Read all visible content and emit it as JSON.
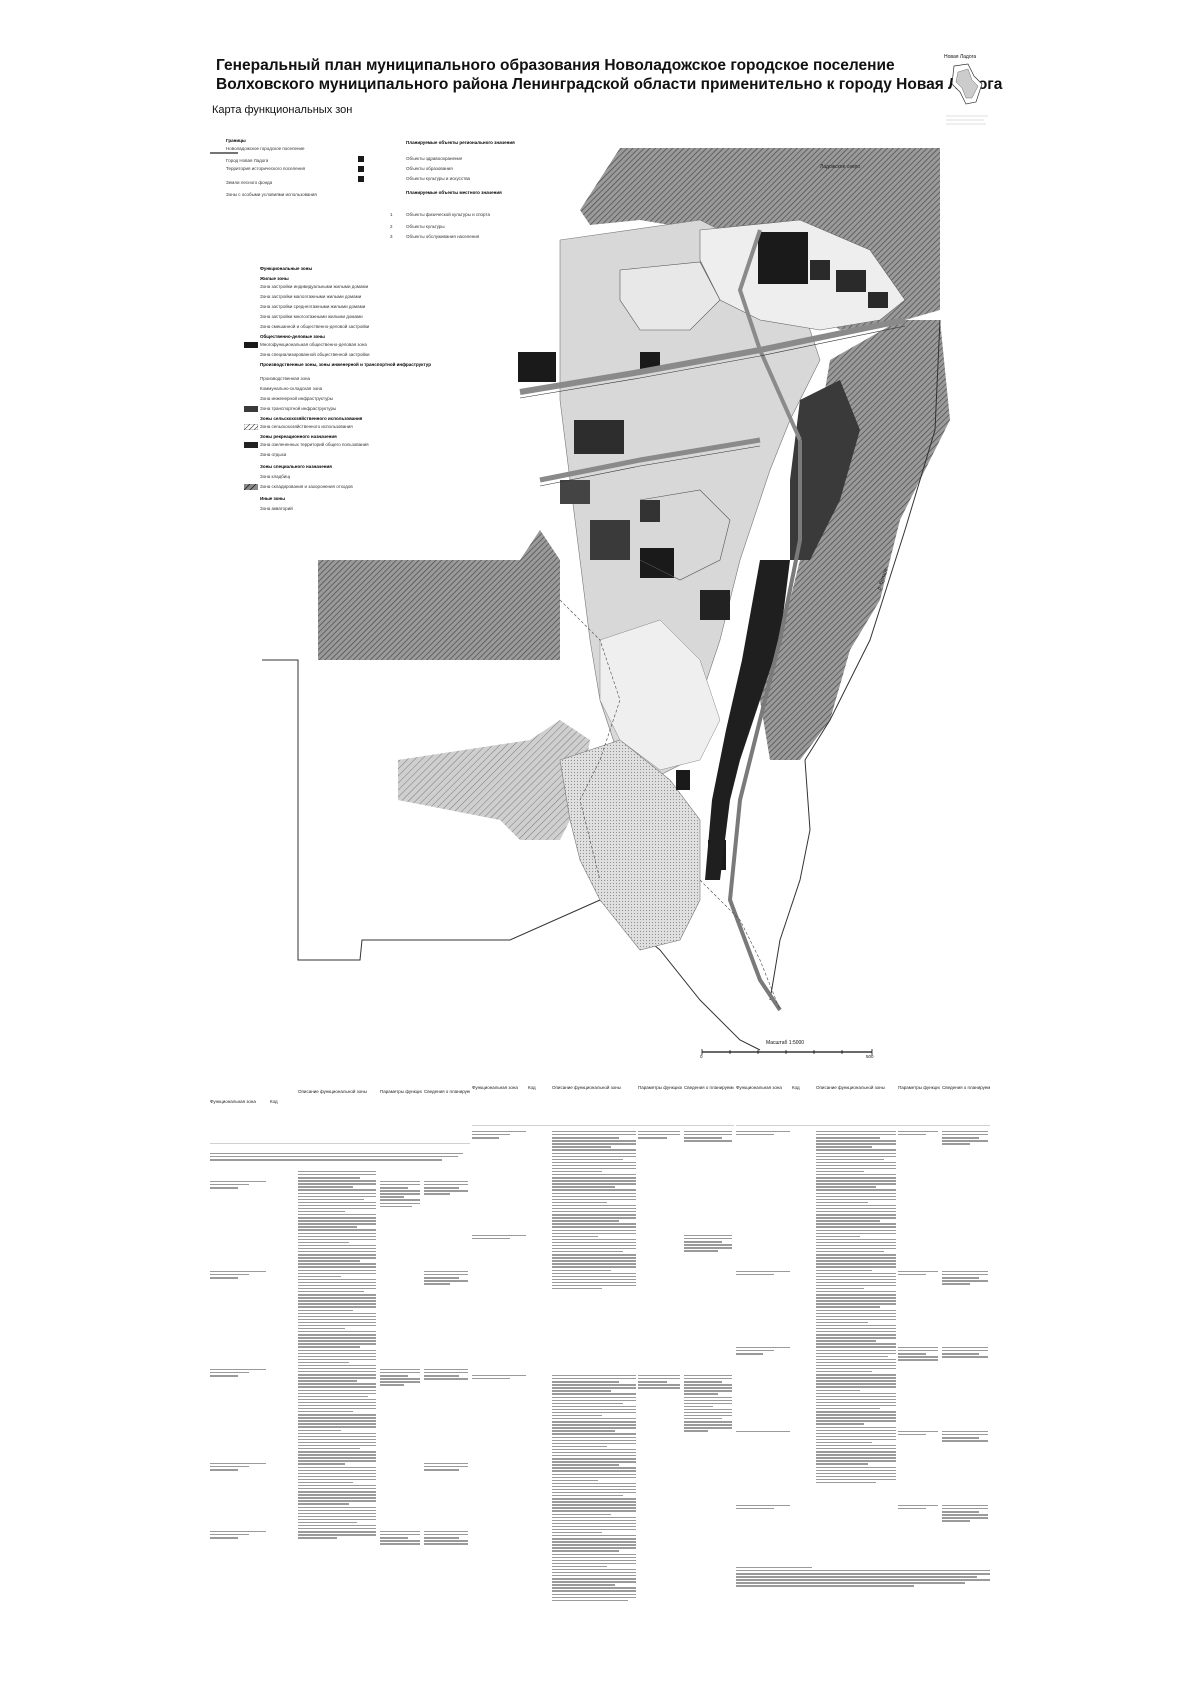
{
  "header": {
    "title_line1": "Генеральный план муниципального образования Новоладожское городское поселение",
    "title_line2": "Волховского муниципального района Ленинградской области применительно к городу Новая Ладога",
    "subtitle": "Карта функциональных зон"
  },
  "locator_label": "Новая Ладога",
  "legend": {
    "heading_borders": "Границы",
    "borders_items": [
      "Новоладожское городское поселение",
      "Город Новая Ладога",
      "Территория исторического поселения",
      "Земли лесного фонда",
      "Зоны с особыми условиями использования"
    ],
    "heading_objects_regional": "Планируемые объекты регионального значения",
    "objects_regional_items": [
      "Объекты здравоохранения",
      "Объекты образования",
      "Объекты культуры и искусства"
    ],
    "heading_objects_local": "Планируемые объекты местного значения",
    "objects_local_items": [
      "Объекты физической культуры и спорта",
      "Объекты культуры",
      "Объекты обслуживания населения"
    ],
    "heading_zones": "Функциональные зоны",
    "group_residential": "Жилые зоны",
    "residential_items": [
      "Зона застройки индивидуальными жилыми домами",
      "Зона застройки малоэтажными жилыми домами",
      "Зона застройки среднеэтажными жилыми домами",
      "Зона застройки многоэтажными жилыми домами",
      "Зона смешанной и общественно-деловой застройки"
    ],
    "group_public": "Общественно-деловые зоны",
    "public_items": [
      "Многофункциональная общественно-деловая зона",
      "Зона специализированной общественной застройки"
    ],
    "group_production": "Производственные зоны, зоны инженерной и транспортной инфраструктур",
    "production_items": [
      "Производственная зона",
      "Коммунально-складская зона",
      "Зона инженерной инфраструктуры",
      "Зона транспортной инфраструктуры"
    ],
    "group_agri": "Зоны сельскохозяйственного использования",
    "agri_items": [
      "Зона сельскохозяйственного использования"
    ],
    "group_recreation": "Зоны рекреационного назначения",
    "recreation_items": [
      "Зона озелененных территорий общего пользования",
      "Зона отдыха"
    ],
    "group_special": "Зоны специального назначения",
    "special_items": [
      "Зона кладбищ",
      "Зона складирования и захоронения отходов"
    ],
    "group_other": "Иные зоны",
    "other_items": [
      "Зона акваторий"
    ]
  },
  "map_labels": {
    "river_top": "Ладожское озеро",
    "river_side": "р. Волхов"
  },
  "scale": {
    "text": "Масштаб 1:5000",
    "left_value": "0",
    "right_value": "500"
  },
  "tables": {
    "headers": [
      "Функциональная зона",
      "Код",
      "Описание функциональной зоны",
      "Параметры функциональной зоны",
      "Сведения о планируемых для размещения объектах"
    ]
  },
  "colors": {
    "hatch": "#6d6d6d",
    "dark_block": "#1a1a1a",
    "road": "#8a8a8a",
    "light_zone": "#e2e2e2",
    "mid_zone": "#b9b9b9"
  }
}
